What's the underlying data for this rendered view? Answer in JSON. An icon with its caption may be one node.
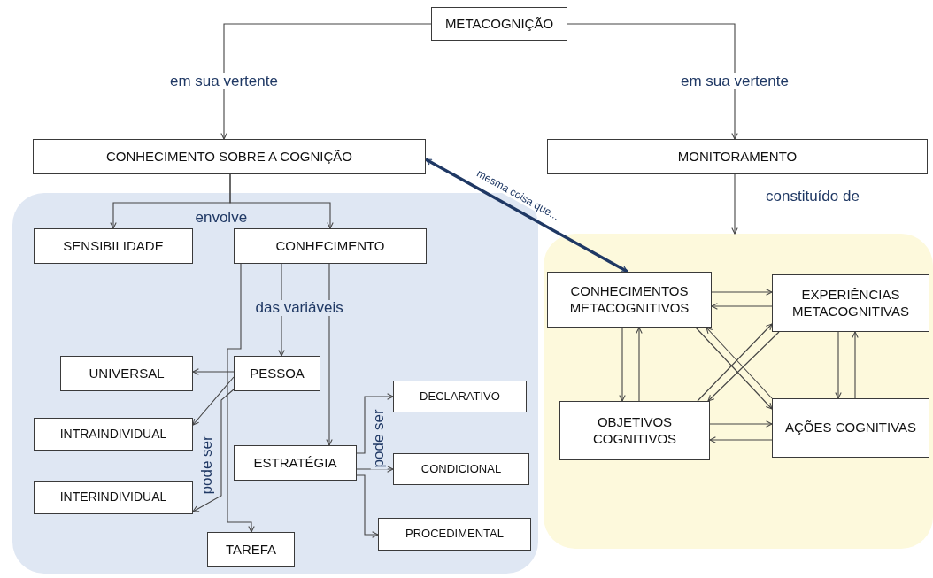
{
  "diagram": {
    "nodes": [
      {
        "text": [
          "METACOGNIÇÃO"
        ]
      },
      {
        "text": [
          "CONHECIMENTO SOBRE A COGNIÇÃO"
        ]
      },
      {
        "text": [
          "MONITORAMENTO"
        ]
      },
      {
        "text": [],
        "shape": "box"
      },
      {
        "text": [],
        "shape": "box"
      },
      {
        "text": [
          "SENSIBILIDADE"
        ],
        "in": 3
      },
      {
        "text": [
          "CONHECIMENTO"
        ],
        "in": 3
      },
      {
        "text": [
          "UNIVERSAL"
        ],
        "in": 3
      },
      {
        "text": [
          "PESSOA"
        ],
        "in": 3
      },
      {
        "text": [
          "INTRAINDIVIDUAL"
        ],
        "in": 3
      },
      {
        "text": [
          "ESTRATÉGIA"
        ],
        "in": 3
      },
      {
        "text": [
          "INTERINDIVIDUAL"
        ],
        "in": 3
      },
      {
        "text": [
          "DECLARATIVO"
        ],
        "in": 3
      },
      {
        "text": [
          "CONDICIONAL"
        ],
        "in": 3
      },
      {
        "text": [
          "TAREFA"
        ],
        "in": 3
      },
      {
        "text": [
          "PROCEDIMENTAL"
        ],
        "in": 3
      },
      {
        "text": [
          "CONHECIMENTOS METACOGNITIVOS"
        ],
        "in": 4
      },
      {
        "text": [
          "EXPERIÊNCIAS METACOGNITIVAS"
        ],
        "in": 4
      },
      {
        "text": [
          "OBJETIVOS COGNITIVOS"
        ],
        "in": 4
      },
      {
        "text": [
          "AÇÕES COGNITIVAS"
        ],
        "in": 4
      }
    ],
    "edges": [
      {
        "from": 0,
        "to": 1,
        "arrow": "to",
        "label": "em sua vertente"
      },
      {
        "from": 0,
        "to": 2,
        "arrow": "to",
        "label": "em sua vertente"
      },
      {
        "from": 1,
        "to": 5,
        "arrow": "to",
        "label": "envolve"
      },
      {
        "from": 1,
        "to": 6,
        "arrow": "to"
      },
      {
        "from": 6,
        "to": 8,
        "arrow": "to",
        "label": "das variáveis"
      },
      {
        "from": 6,
        "to": 10,
        "arrow": "to"
      },
      {
        "from": 6,
        "to": 14,
        "arrow": "to"
      },
      {
        "from": 8,
        "to": 7,
        "arrow": "to"
      },
      {
        "from": 8,
        "to": 9,
        "arrow": "to"
      },
      {
        "from": 8,
        "to": 11,
        "arrow": "to",
        "label": "pode ser"
      },
      {
        "from": 10,
        "to": 12,
        "arrow": "to",
        "label": "pode ser"
      },
      {
        "from": 10,
        "to": 13,
        "arrow": "to"
      },
      {
        "from": 10,
        "to": 15,
        "arrow": "to"
      },
      {
        "from": 2,
        "to": 4,
        "arrow": "to",
        "label": "constituído de"
      },
      {
        "from": 1,
        "to": 16,
        "arrow": "both",
        "label": "mesma coisa que...",
        "style": "thick",
        "color": "#1f3864"
      },
      {
        "from": 16,
        "to": 17,
        "arrow": "to"
      },
      {
        "from": 17,
        "to": 16,
        "arrow": "to"
      },
      {
        "from": 16,
        "to": 18,
        "arrow": "to"
      },
      {
        "from": 18,
        "to": 16,
        "arrow": "to"
      },
      {
        "from": 17,
        "to": 19,
        "arrow": "to"
      },
      {
        "from": 19,
        "to": 17,
        "arrow": "to"
      },
      {
        "from": 18,
        "to": 19,
        "arrow": "to"
      },
      {
        "from": 19,
        "to": 18,
        "arrow": "to"
      },
      {
        "from": 16,
        "to": 19,
        "arrow": "to"
      },
      {
        "from": 19,
        "to": 16,
        "arrow": "to"
      },
      {
        "from": 18,
        "to": 17,
        "arrow": "to"
      },
      {
        "from": 17,
        "to": 18,
        "arrow": "to"
      }
    ]
  }
}
